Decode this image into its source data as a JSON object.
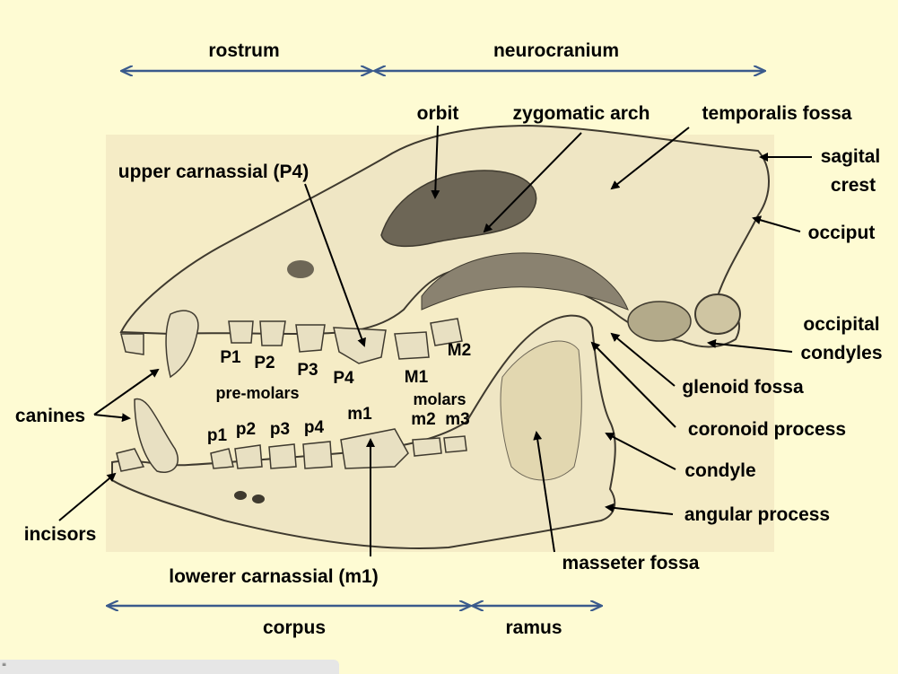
{
  "regions": {
    "rostrum": "rostrum",
    "neurocranium": "neurocranium",
    "corpus": "corpus",
    "ramus": "ramus"
  },
  "labels": {
    "orbit": "orbit",
    "zygomatic_arch": "zygomatic arch",
    "temporalis_fossa": "temporalis fossa",
    "sagital": "sagital",
    "crest": "crest",
    "occiput": "occiput",
    "occipital": "occipital",
    "condyles": "condyles",
    "glenoid_fossa": "glenoid fossa",
    "coronoid_process": "coronoid process",
    "condyle": "condyle",
    "angular_process": "angular process",
    "masseter_fossa": "masseter fossa",
    "upper_carnassial": "upper carnassial (P4)",
    "lower_carnassial": "lowerer carnassial (m1)",
    "canines": "canines",
    "incisors": "incisors",
    "pre_molars": "pre-molars",
    "molars": "molars"
  },
  "teeth": {
    "P1": "P1",
    "P2": "P2",
    "P3": "P3",
    "P4": "P4",
    "M1": "M1",
    "M2": "M2",
    "p1": "p1",
    "p2": "p2",
    "p3": "p3",
    "p4": "p4",
    "m1": "m1",
    "m2": "m2",
    "m3": "m3"
  },
  "footer": {
    "mark": "≡"
  },
  "colors": {
    "background": "#fefbd3",
    "region_arrow": "#3a5a8c",
    "pointer": "#000000",
    "bone": "#efe6c4",
    "bone_shadow": "#6d6656"
  }
}
